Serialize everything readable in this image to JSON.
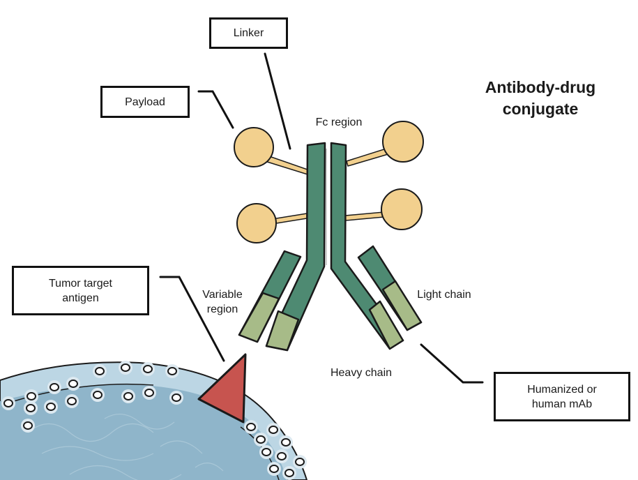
{
  "title": "Antibody-drug\nconjugate",
  "labels": {
    "linker": "Linker",
    "payload": "Payload",
    "fc_region": "Fc region",
    "tumor_target_antigen": "Tumor target\nantigen",
    "variable_region": "Variable\nregion",
    "light_chain": "Light chain",
    "heavy_chain": "Heavy chain",
    "humanized_mab": "Humanized or\nhuman mAb"
  },
  "colors": {
    "heavy_chain": "#4e8a72",
    "light_chain": "#a7bb88",
    "payload": "#f2d08e",
    "antigen": "#c7544f",
    "cell_outer": "#b7d2e0",
    "cell_inner": "#8db3c8"
  }
}
